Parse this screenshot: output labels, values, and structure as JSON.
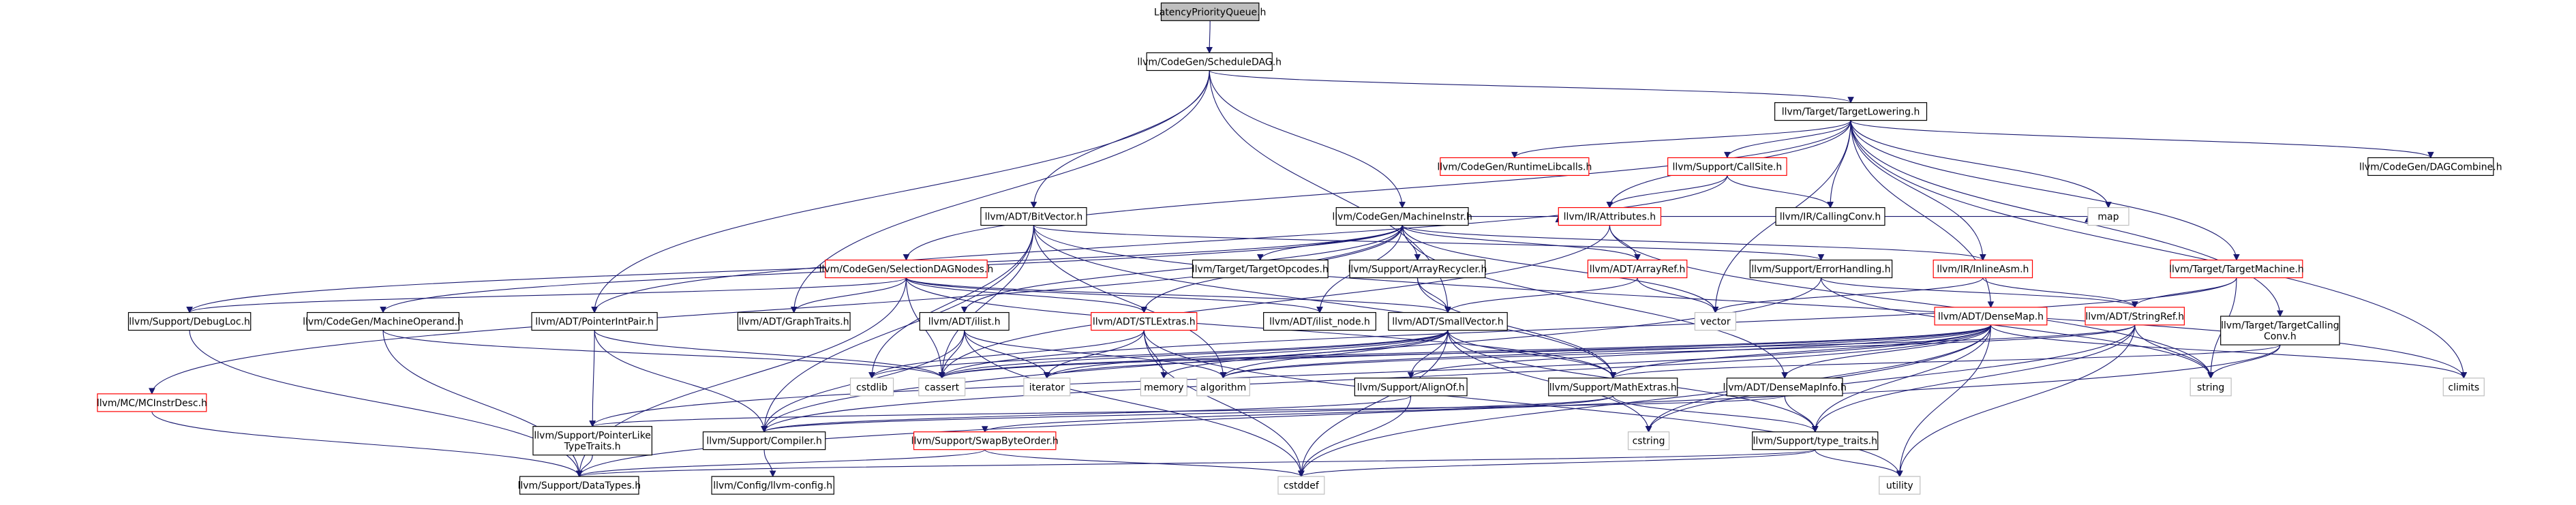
{
  "nodes": [
    {
      "id": "LatencyPriorityQueue",
      "label": "LatencyPriorityQueue.h",
      "kind": "root"
    },
    {
      "id": "ScheduleDAG",
      "label": "llvm/CodeGen/ScheduleDAG.h",
      "kind": "normal"
    },
    {
      "id": "TargetLowering",
      "label": "llvm/Target/TargetLowering.h",
      "kind": "normal"
    },
    {
      "id": "RuntimeLibcalls",
      "label": "llvm/CodeGen/RuntimeLibcalls.h",
      "kind": "red"
    },
    {
      "id": "CallSite",
      "label": "llvm/Support/CallSite.h",
      "kind": "red"
    },
    {
      "id": "DAGCombine",
      "label": "llvm/CodeGen/DAGCombine.h",
      "kind": "normal"
    },
    {
      "id": "BitVector",
      "label": "llvm/ADT/BitVector.h",
      "kind": "normal"
    },
    {
      "id": "MachineInstr",
      "label": "llvm/CodeGen/MachineInstr.h",
      "kind": "normal"
    },
    {
      "id": "Attributes",
      "label": "llvm/IR/Attributes.h",
      "kind": "red"
    },
    {
      "id": "CallingConv",
      "label": "llvm/IR/CallingConv.h",
      "kind": "normal"
    },
    {
      "id": "map",
      "label": "map",
      "kind": "missing"
    },
    {
      "id": "TargetMachine",
      "label": "llvm/Target/TargetMachine.h",
      "kind": "red"
    },
    {
      "id": "SelectionDAGNodes",
      "label": "llvm/CodeGen/SelectionDAGNodes.h",
      "kind": "red"
    },
    {
      "id": "TargetOpcodes",
      "label": "llvm/Target/TargetOpcodes.h",
      "kind": "normal"
    },
    {
      "id": "ArrayRecycler",
      "label": "llvm/Support/ArrayRecycler.h",
      "kind": "normal"
    },
    {
      "id": "ArrayRef",
      "label": "llvm/ADT/ArrayRef.h",
      "kind": "red"
    },
    {
      "id": "ErrorHandling",
      "label": "llvm/Support/ErrorHandling.h",
      "kind": "normal"
    },
    {
      "id": "InlineAsm",
      "label": "llvm/IR/InlineAsm.h",
      "kind": "red"
    },
    {
      "id": "DebugLoc",
      "label": "llvm/Support/DebugLoc.h",
      "kind": "normal"
    },
    {
      "id": "MachineOperand",
      "label": "llvm/CodeGen/MachineOperand.h",
      "kind": "normal"
    },
    {
      "id": "PointerIntPair",
      "label": "llvm/ADT/PointerIntPair.h",
      "kind": "normal"
    },
    {
      "id": "GraphTraits",
      "label": "llvm/ADT/GraphTraits.h",
      "kind": "normal"
    },
    {
      "id": "ilist",
      "label": "llvm/ADT/ilist.h",
      "kind": "normal"
    },
    {
      "id": "STLExtras",
      "label": "llvm/ADT/STLExtras.h",
      "kind": "red"
    },
    {
      "id": "ilist_node",
      "label": "llvm/ADT/ilist_node.h",
      "kind": "normal"
    },
    {
      "id": "SmallVector",
      "label": "llvm/ADT/SmallVector.h",
      "kind": "normal"
    },
    {
      "id": "vector",
      "label": "vector",
      "kind": "missing"
    },
    {
      "id": "DenseMap",
      "label": "llvm/ADT/DenseMap.h",
      "kind": "red"
    },
    {
      "id": "StringRef",
      "label": "llvm/ADT/StringRef.h",
      "kind": "red"
    },
    {
      "id": "TargetCallingConv",
      "label": "llvm/Target/TargetCalling\nConv.h",
      "kind": "normal"
    },
    {
      "id": "climits",
      "label": "climits",
      "kind": "missing"
    },
    {
      "id": "MCInstrDesc",
      "label": "llvm/MC/MCInstrDesc.h",
      "kind": "red"
    },
    {
      "id": "cstdlib",
      "label": "cstdlib",
      "kind": "missing"
    },
    {
      "id": "cassert",
      "label": "cassert",
      "kind": "missing"
    },
    {
      "id": "iterator",
      "label": "iterator",
      "kind": "missing"
    },
    {
      "id": "memory",
      "label": "memory",
      "kind": "missing"
    },
    {
      "id": "algorithm",
      "label": "algorithm",
      "kind": "missing"
    },
    {
      "id": "AlignOf",
      "label": "llvm/Support/AlignOf.h",
      "kind": "normal"
    },
    {
      "id": "MathExtras",
      "label": "llvm/Support/MathExtras.h",
      "kind": "normal"
    },
    {
      "id": "DenseMapInfo",
      "label": "llvm/ADT/DenseMapInfo.h",
      "kind": "normal"
    },
    {
      "id": "string",
      "label": "string",
      "kind": "missing"
    },
    {
      "id": "PointerLikeTypeTraits",
      "label": "llvm/Support/PointerLike\nTypeTraits.h",
      "kind": "normal"
    },
    {
      "id": "Compiler",
      "label": "llvm/Support/Compiler.h",
      "kind": "normal"
    },
    {
      "id": "SwapByteOrder",
      "label": "llvm/Support/SwapByteOrder.h",
      "kind": "red"
    },
    {
      "id": "cstring",
      "label": "cstring",
      "kind": "missing"
    },
    {
      "id": "type_traits",
      "label": "llvm/Support/type_traits.h",
      "kind": "normal"
    },
    {
      "id": "DataTypes",
      "label": "llvm/Support/DataTypes.h",
      "kind": "normal"
    },
    {
      "id": "llvm-config",
      "label": "llvm/Config/llvm-config.h",
      "kind": "normal"
    },
    {
      "id": "cstddef",
      "label": "cstddef",
      "kind": "missing"
    },
    {
      "id": "utility",
      "label": "utility",
      "kind": "missing"
    }
  ],
  "edges": [
    [
      "LatencyPriorityQueue",
      "ScheduleDAG"
    ],
    [
      "ScheduleDAG",
      "TargetLowering"
    ],
    [
      "ScheduleDAG",
      "BitVector"
    ],
    [
      "ScheduleDAG",
      "MachineInstr"
    ],
    [
      "ScheduleDAG",
      "GraphTraits"
    ],
    [
      "ScheduleDAG",
      "SmallVector"
    ],
    [
      "ScheduleDAG",
      "PointerIntPair"
    ],
    [
      "TargetLowering",
      "RuntimeLibcalls"
    ],
    [
      "TargetLowering",
      "CallSite"
    ],
    [
      "TargetLowering",
      "DAGCombine"
    ],
    [
      "TargetLowering",
      "Attributes"
    ],
    [
      "TargetLowering",
      "CallingConv"
    ],
    [
      "TargetLowering",
      "map"
    ],
    [
      "TargetLowering",
      "TargetMachine"
    ],
    [
      "TargetLowering",
      "SelectionDAGNodes"
    ],
    [
      "TargetLowering",
      "InlineAsm"
    ],
    [
      "TargetLowering",
      "DenseMap"
    ],
    [
      "TargetLowering",
      "TargetCallingConv"
    ],
    [
      "TargetLowering",
      "climits"
    ],
    [
      "TargetLowering",
      "vector"
    ],
    [
      "CallSite",
      "Attributes"
    ],
    [
      "CallSite",
      "CallingConv"
    ],
    [
      "CallSite",
      "PointerIntPair"
    ],
    [
      "BitVector",
      "Compiler"
    ],
    [
      "BitVector",
      "ErrorHandling"
    ],
    [
      "BitVector",
      "MathExtras"
    ],
    [
      "BitVector",
      "algorithm"
    ],
    [
      "BitVector",
      "cassert"
    ],
    [
      "BitVector",
      "climits"
    ],
    [
      "BitVector",
      "cstdlib"
    ],
    [
      "MachineInstr",
      "MachineOperand"
    ],
    [
      "MachineInstr",
      "TargetOpcodes"
    ],
    [
      "MachineInstr",
      "ArrayRecycler"
    ],
    [
      "MachineInstr",
      "ArrayRef"
    ],
    [
      "MachineInstr",
      "InlineAsm"
    ],
    [
      "MachineInstr",
      "DebugLoc"
    ],
    [
      "MachineInstr",
      "ilist"
    ],
    [
      "MachineInstr",
      "ilist_node"
    ],
    [
      "MachineInstr",
      "STLExtras"
    ],
    [
      "MachineInstr",
      "DenseMapInfo"
    ],
    [
      "MachineInstr",
      "vector"
    ],
    [
      "MachineInstr",
      "MCInstrDesc"
    ],
    [
      "MachineInstr",
      "Attributes"
    ],
    [
      "Attributes",
      "ArrayRef"
    ],
    [
      "Attributes",
      "map"
    ],
    [
      "Attributes",
      "string"
    ],
    [
      "Attributes",
      "cassert"
    ],
    [
      "TargetMachine",
      "StringRef"
    ],
    [
      "TargetMachine",
      "cassert"
    ],
    [
      "TargetMachine",
      "string"
    ],
    [
      "SelectionDAGNodes",
      "DebugLoc"
    ],
    [
      "SelectionDAGNodes",
      "GraphTraits"
    ],
    [
      "SelectionDAGNodes",
      "ilist_node"
    ],
    [
      "SelectionDAGNodes",
      "SmallVector"
    ],
    [
      "SelectionDAGNodes",
      "STLExtras"
    ],
    [
      "SelectionDAGNodes",
      "MathExtras"
    ],
    [
      "SelectionDAGNodes",
      "cassert"
    ],
    [
      "SelectionDAGNodes",
      "DataTypes"
    ],
    [
      "ArrayRecycler",
      "SmallVector"
    ],
    [
      "ArrayRecycler",
      "MathExtras"
    ],
    [
      "ArrayRef",
      "SmallVector"
    ],
    [
      "ArrayRef",
      "vector"
    ],
    [
      "ErrorHandling",
      "StringRef"
    ],
    [
      "ErrorHandling",
      "Compiler"
    ],
    [
      "ErrorHandling",
      "string"
    ],
    [
      "InlineAsm",
      "StringRef"
    ],
    [
      "InlineAsm",
      "vector"
    ],
    [
      "DebugLoc",
      "DataTypes"
    ],
    [
      "MachineOperand",
      "cassert"
    ],
    [
      "MachineOperand",
      "DataTypes"
    ],
    [
      "PointerIntPair",
      "PointerLikeTypeTraits"
    ],
    [
      "PointerIntPair",
      "Compiler"
    ],
    [
      "PointerIntPair",
      "cassert"
    ],
    [
      "ilist",
      "Compiler"
    ],
    [
      "ilist",
      "algorithm"
    ],
    [
      "ilist",
      "cassert"
    ],
    [
      "ilist",
      "cstddef"
    ],
    [
      "ilist",
      "iterator"
    ],
    [
      "STLExtras",
      "cstddef"
    ],
    [
      "STLExtras",
      "cstdlib"
    ],
    [
      "STLExtras",
      "iterator"
    ],
    [
      "STLExtras",
      "memory"
    ],
    [
      "STLExtras",
      "utility"
    ],
    [
      "SmallVector",
      "AlignOf"
    ],
    [
      "SmallVector",
      "MathExtras"
    ],
    [
      "SmallVector",
      "type_traits"
    ],
    [
      "SmallVector",
      "algorithm"
    ],
    [
      "SmallVector",
      "cassert"
    ],
    [
      "SmallVector",
      "cstddef"
    ],
    [
      "SmallVector",
      "cstdlib"
    ],
    [
      "SmallVector",
      "cstring"
    ],
    [
      "SmallVector",
      "iterator"
    ],
    [
      "SmallVector",
      "memory"
    ],
    [
      "DenseMap",
      "AlignOf"
    ],
    [
      "DenseMap",
      "Compiler"
    ],
    [
      "DenseMap",
      "DenseMapInfo"
    ],
    [
      "DenseMap",
      "MathExtras"
    ],
    [
      "DenseMap",
      "PointerLikeTypeTraits"
    ],
    [
      "DenseMap",
      "type_traits"
    ],
    [
      "DenseMap",
      "algorithm"
    ],
    [
      "DenseMap",
      "cassert"
    ],
    [
      "DenseMap",
      "climits"
    ],
    [
      "DenseMap",
      "cstddef"
    ],
    [
      "DenseMap",
      "cstring"
    ],
    [
      "DenseMap",
      "iterator"
    ],
    [
      "DenseMap",
      "new"
    ],
    [
      "DenseMap",
      "utility"
    ],
    [
      "StringRef",
      "type_traits"
    ],
    [
      "StringRef",
      "algorithm"
    ],
    [
      "StringRef",
      "cassert"
    ],
    [
      "StringRef",
      "cstring"
    ],
    [
      "StringRef",
      "limits"
    ],
    [
      "StringRef",
      "string"
    ],
    [
      "StringRef",
      "utility"
    ],
    [
      "TargetCallingConv",
      "DataTypes"
    ],
    [
      "TargetCallingConv",
      "MathExtras"
    ],
    [
      "TargetCallingConv",
      "string"
    ],
    [
      "MCInstrDesc",
      "DataTypes"
    ],
    [
      "AlignOf",
      "Compiler"
    ],
    [
      "AlignOf",
      "cstddef"
    ],
    [
      "MathExtras",
      "Compiler"
    ],
    [
      "MathExtras",
      "SwapByteOrder"
    ],
    [
      "MathExtras",
      "type_traits"
    ],
    [
      "DenseMapInfo",
      "PointerLikeTypeTraits"
    ],
    [
      "DenseMapInfo",
      "type_traits"
    ],
    [
      "PointerLikeTypeTraits",
      "DataTypes"
    ],
    [
      "Compiler",
      "llvm-config"
    ],
    [
      "SwapByteOrder",
      "DataTypes"
    ],
    [
      "SwapByteOrder",
      "cstddef"
    ],
    [
      "type_traits",
      "DataTypes"
    ],
    [
      "type_traits",
      "cstddef"
    ],
    [
      "type_traits",
      "utility"
    ]
  ]
}
